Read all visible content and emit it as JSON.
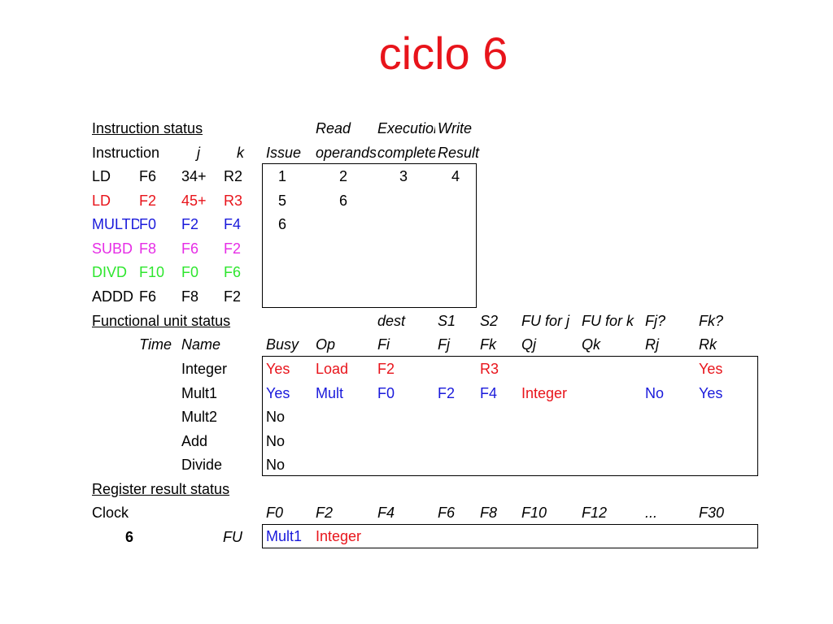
{
  "title": "ciclo 6",
  "colors": {
    "title": "#e8141b",
    "red": "#e8141b",
    "blue": "#1a1adb",
    "magenta": "#e62ee6",
    "green": "#2ee62e",
    "black": "#000000"
  },
  "instruction_status": {
    "heading": "Instruction status",
    "header1": {
      "read": "Read",
      "execution": "Execution",
      "write": "Write"
    },
    "header2": {
      "instruction": "Instruction",
      "j": "j",
      "k": "k",
      "issue": "Issue",
      "read": "operands",
      "execution": "complete",
      "write": "Result"
    },
    "rows": [
      {
        "op": "LD",
        "dest": "F6",
        "j": "34+",
        "k": "R2",
        "issue": "1",
        "read": "2",
        "exec": "3",
        "write": "4",
        "color": "#000000"
      },
      {
        "op": "LD",
        "dest": "F2",
        "j": "45+",
        "k": "R3",
        "issue": "5",
        "read": "6",
        "exec": "",
        "write": "",
        "color": "#e8141b"
      },
      {
        "op": "MULTD",
        "dest": "F0",
        "j": "F2",
        "k": "F4",
        "issue": "6",
        "read": "",
        "exec": "",
        "write": "",
        "color": "#1a1adb"
      },
      {
        "op": "SUBD",
        "dest": "F8",
        "j": "F6",
        "k": "F2",
        "issue": "",
        "read": "",
        "exec": "",
        "write": "",
        "color": "#e62ee6"
      },
      {
        "op": "DIVD",
        "dest": "F10",
        "j": "F0",
        "k": "F6",
        "issue": "",
        "read": "",
        "exec": "",
        "write": "",
        "color": "#2ee62e"
      },
      {
        "op": "ADDD",
        "dest": "F6",
        "j": "F8",
        "k": "F2",
        "issue": "",
        "read": "",
        "exec": "",
        "write": "",
        "color": "#000000"
      }
    ]
  },
  "functional_unit_status": {
    "heading": "Functional unit status",
    "header1": {
      "dest": "dest",
      "s1": "S1",
      "s2": "S2",
      "fuj": "FU for j",
      "fuk": "FU for k",
      "fjq": "Fj?",
      "fkq": "Fk?"
    },
    "header2": {
      "time": "Time",
      "name": "Name",
      "busy": "Busy",
      "op": "Op",
      "fi": "Fi",
      "fj": "Fj",
      "fk": "Fk",
      "qj": "Qj",
      "qk": "Qk",
      "rj": "Rj",
      "rk": "Rk"
    },
    "rows": [
      {
        "name": "Integer",
        "busy": "Yes",
        "op": "Load",
        "fi": "F2",
        "fj": "",
        "fk": "R3",
        "qj": "",
        "qk": "",
        "rj": "",
        "rk": "Yes",
        "color": "#e8141b",
        "qj_color": "#e8141b"
      },
      {
        "name": "Mult1",
        "busy": "Yes",
        "op": "Mult",
        "fi": "F0",
        "fj": "F2",
        "fk": "F4",
        "qj": "Integer",
        "qk": "",
        "rj": "No",
        "rk": "Yes",
        "color": "#1a1adb",
        "qj_color": "#e8141b"
      },
      {
        "name": "Mult2",
        "busy": "No",
        "op": "",
        "fi": "",
        "fj": "",
        "fk": "",
        "qj": "",
        "qk": "",
        "rj": "",
        "rk": "",
        "color": "#000000",
        "qj_color": "#000000"
      },
      {
        "name": "Add",
        "busy": "No",
        "op": "",
        "fi": "",
        "fj": "",
        "fk": "",
        "qj": "",
        "qk": "",
        "rj": "",
        "rk": "",
        "color": "#000000",
        "qj_color": "#000000"
      },
      {
        "name": "Divide",
        "busy": "No",
        "op": "",
        "fi": "",
        "fj": "",
        "fk": "",
        "qj": "",
        "qk": "",
        "rj": "",
        "rk": "",
        "color": "#000000",
        "qj_color": "#000000"
      }
    ]
  },
  "register_result_status": {
    "heading": "Register result status",
    "clock_label": "Clock",
    "clock_value": "6",
    "fu_label": "FU",
    "registers": [
      "F0",
      "F2",
      "F4",
      "F6",
      "F8",
      "F10",
      "F12",
      "...",
      "F30"
    ],
    "values": [
      {
        "value": "Mult1",
        "color": "#1a1adb"
      },
      {
        "value": "Integer",
        "color": "#e8141b"
      },
      {
        "value": "",
        "color": "#000000"
      },
      {
        "value": "",
        "color": "#000000"
      },
      {
        "value": "",
        "color": "#000000"
      },
      {
        "value": "",
        "color": "#000000"
      },
      {
        "value": "",
        "color": "#000000"
      },
      {
        "value": "",
        "color": "#000000"
      },
      {
        "value": "",
        "color": "#000000"
      }
    ]
  }
}
